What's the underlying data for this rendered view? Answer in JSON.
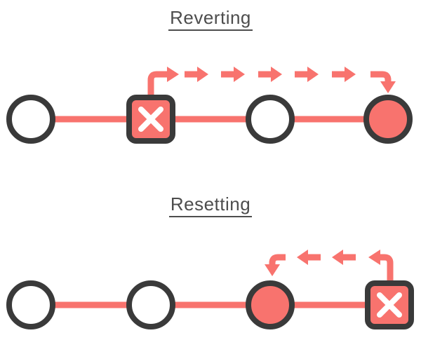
{
  "colors": {
    "background": "#ffffff",
    "accent": "#f8736e",
    "outline": "#3a3a3a",
    "node-fill": "#ffffff",
    "cross": "#ffffff",
    "title": "#4d4d4d"
  },
  "sections": [
    {
      "title": "Reverting",
      "nodes": [
        {
          "kind": "circle",
          "filled": false
        },
        {
          "kind": "square-x",
          "filled": true
        },
        {
          "kind": "circle",
          "filled": false
        },
        {
          "kind": "circle",
          "filled": true
        }
      ],
      "arrow": {
        "direction": "right",
        "from_node": 1,
        "to_node": 3,
        "dash_count": 5
      }
    },
    {
      "title": "Resetting",
      "nodes": [
        {
          "kind": "circle",
          "filled": false
        },
        {
          "kind": "circle",
          "filled": false
        },
        {
          "kind": "circle",
          "filled": true
        },
        {
          "kind": "square-x",
          "filled": true
        }
      ],
      "arrow": {
        "direction": "left",
        "from_node": 3,
        "to_node": 2,
        "dash_count": 2
      }
    }
  ]
}
